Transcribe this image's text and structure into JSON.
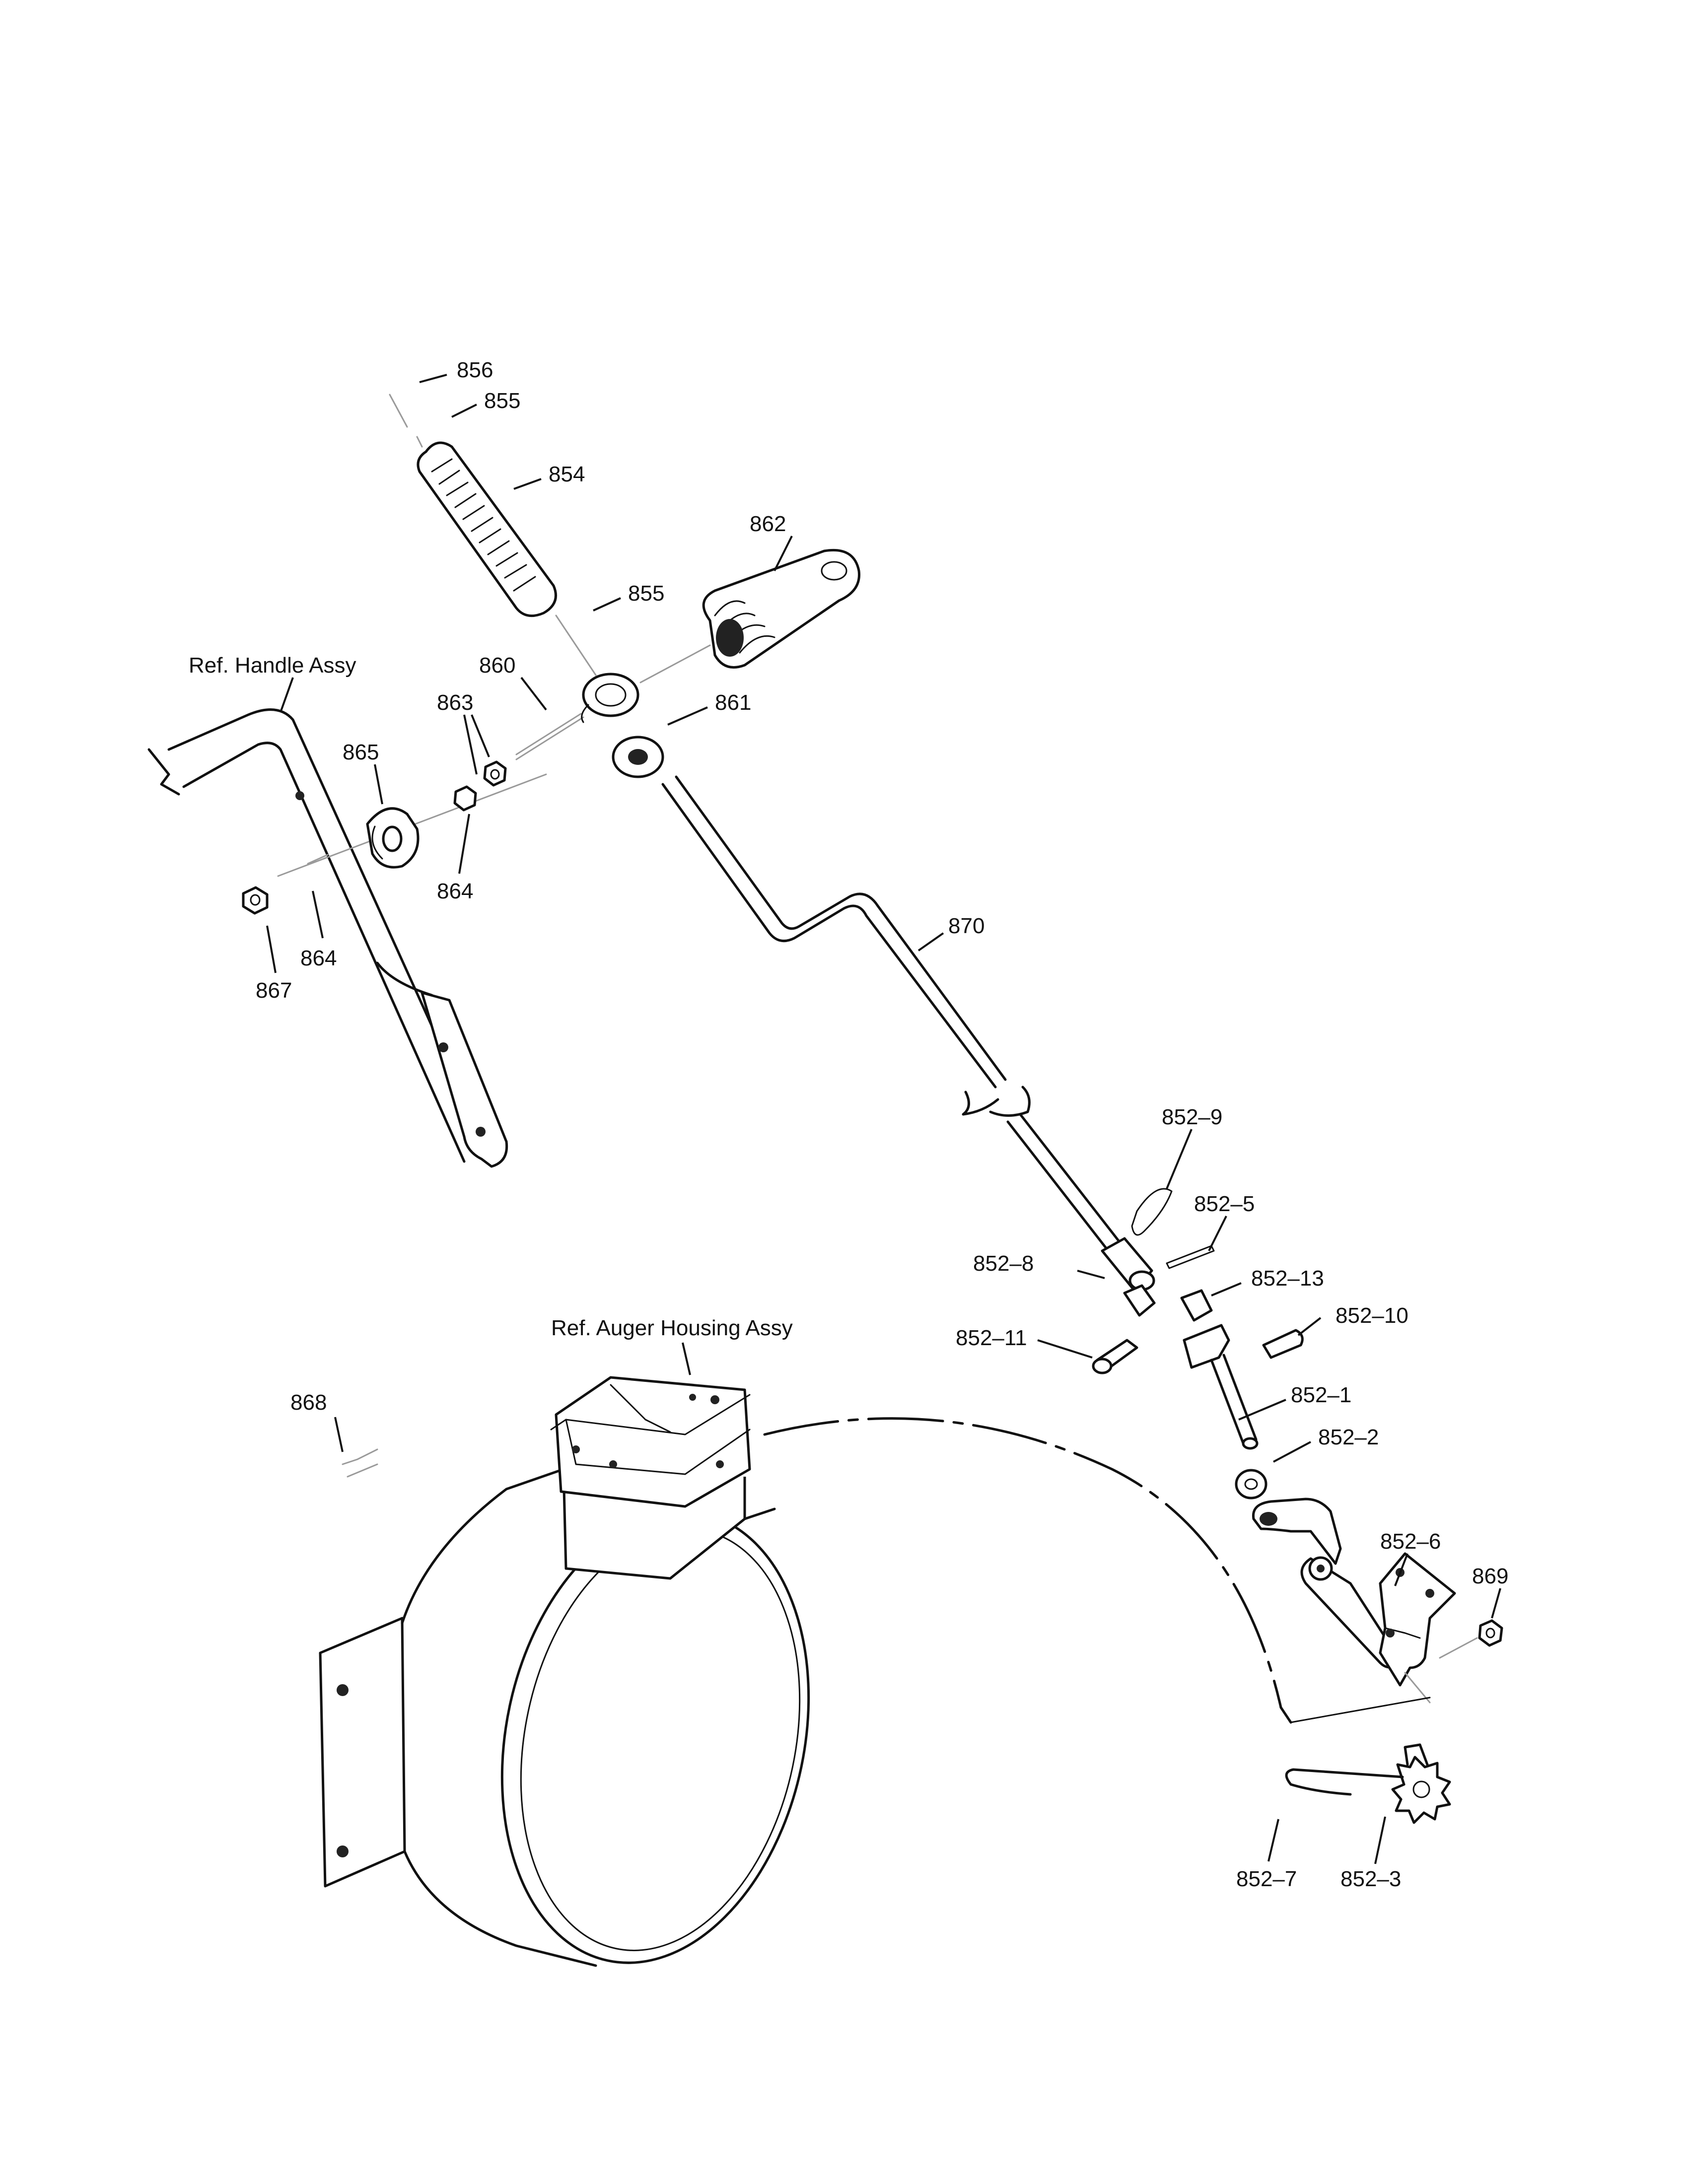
{
  "diagram": {
    "references": {
      "handle_assy": "Ref. Handle Assy",
      "auger_housing_assy": "Ref. Auger Housing Assy"
    },
    "callouts": [
      {
        "id": "856",
        "label": "856"
      },
      {
        "id": "855a",
        "label": "855"
      },
      {
        "id": "854",
        "label": "854"
      },
      {
        "id": "862",
        "label": "862"
      },
      {
        "id": "855b",
        "label": "855"
      },
      {
        "id": "860",
        "label": "860"
      },
      {
        "id": "863",
        "label": "863"
      },
      {
        "id": "861",
        "label": "861"
      },
      {
        "id": "865",
        "label": "865"
      },
      {
        "id": "864a",
        "label": "864"
      },
      {
        "id": "864b",
        "label": "864"
      },
      {
        "id": "867",
        "label": "867"
      },
      {
        "id": "870",
        "label": "870"
      },
      {
        "id": "852-9",
        "label": "852–9"
      },
      {
        "id": "852-5",
        "label": "852–5"
      },
      {
        "id": "852-8",
        "label": "852–8"
      },
      {
        "id": "852-13",
        "label": "852–13"
      },
      {
        "id": "852-10",
        "label": "852–10"
      },
      {
        "id": "852-11",
        "label": "852–11"
      },
      {
        "id": "852-1",
        "label": "852–1"
      },
      {
        "id": "852-2",
        "label": "852–2"
      },
      {
        "id": "868",
        "label": "868"
      },
      {
        "id": "852-6",
        "label": "852–6"
      },
      {
        "id": "869",
        "label": "869"
      },
      {
        "id": "852-7",
        "label": "852–7"
      },
      {
        "id": "852-3",
        "label": "852–3"
      }
    ]
  }
}
